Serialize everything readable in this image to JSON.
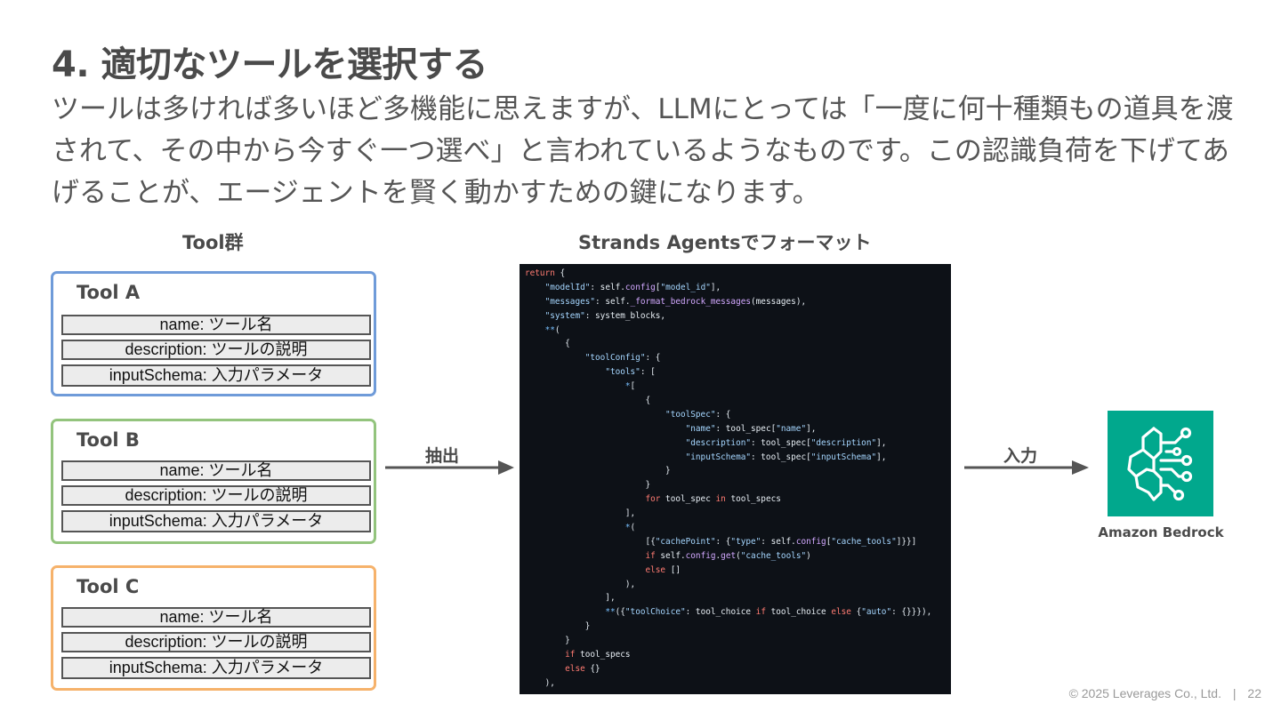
{
  "slide": {
    "title": "4. 適切なツールを選択する",
    "description": "ツールは多ければ多いほど多機能に思えますが、LLMにとっては「一度に何十種類もの道具を渡されて、その中から今すぐ一つ選べ」と言われているようなものです。この認識負荷を下げてあげることが、エージェントを賢く動かすための鍵になります。"
  },
  "diagram": {
    "tools_heading": "Tool群",
    "format_heading": "Strands Agentsでフォーマット",
    "tools": [
      {
        "name": "Tool A",
        "color": "#6f9bd9",
        "fields": [
          "name: ツール名",
          "description: ツールの説明",
          "inputSchema: 入力パラメータ"
        ]
      },
      {
        "name": "Tool B",
        "color": "#93c47d",
        "fields": [
          "name: ツール名",
          "description: ツールの説明",
          "inputSchema: 入力パラメータ"
        ]
      },
      {
        "name": "Tool C",
        "color": "#f6b26b",
        "fields": [
          "name: ツール名",
          "description: ツールの説明",
          "inputSchema: 入力パラメータ"
        ]
      }
    ],
    "extract_label": "抽出",
    "input_label": "入力",
    "target_label": "Amazon Bedrock",
    "target_color": "#01a88d",
    "code_lines": [
      [
        [
          "kw",
          "return"
        ],
        [
          "t",
          " {"
        ]
      ],
      [
        [
          "t",
          "    "
        ],
        [
          "str",
          "\"modelId\""
        ],
        [
          "t",
          ": self."
        ],
        [
          "fn",
          "config"
        ],
        [
          "t",
          "["
        ],
        [
          "str",
          "\"model_id\""
        ],
        [
          "t",
          "],"
        ]
      ],
      [
        [
          "t",
          "    "
        ],
        [
          "str",
          "\"messages\""
        ],
        [
          "t",
          ": self."
        ],
        [
          "fn",
          "_format_bedrock_messages"
        ],
        [
          "t",
          "(messages),"
        ]
      ],
      [
        [
          "t",
          "    "
        ],
        [
          "str",
          "\"system\""
        ],
        [
          "t",
          ": system_blocks,"
        ]
      ],
      [
        [
          "t",
          "    "
        ],
        [
          "op",
          "**"
        ],
        [
          "t",
          "("
        ]
      ],
      [
        [
          "t",
          "        {"
        ]
      ],
      [
        [
          "t",
          "            "
        ],
        [
          "str",
          "\"toolConfig\""
        ],
        [
          "t",
          ": {"
        ]
      ],
      [
        [
          "t",
          "                "
        ],
        [
          "str",
          "\"tools\""
        ],
        [
          "t",
          ": ["
        ]
      ],
      [
        [
          "t",
          "                    "
        ],
        [
          "op",
          "*"
        ],
        [
          "t",
          "["
        ]
      ],
      [
        [
          "t",
          "                        {"
        ]
      ],
      [
        [
          "t",
          "                            "
        ],
        [
          "str",
          "\"toolSpec\""
        ],
        [
          "t",
          ": {"
        ]
      ],
      [
        [
          "t",
          "                                "
        ],
        [
          "str",
          "\"name\""
        ],
        [
          "t",
          ": tool_spec["
        ],
        [
          "str",
          "\"name\""
        ],
        [
          "t",
          "],"
        ]
      ],
      [
        [
          "t",
          "                                "
        ],
        [
          "str",
          "\"description\""
        ],
        [
          "t",
          ": tool_spec["
        ],
        [
          "str",
          "\"description\""
        ],
        [
          "t",
          "],"
        ]
      ],
      [
        [
          "t",
          "                                "
        ],
        [
          "str",
          "\"inputSchema\""
        ],
        [
          "t",
          ": tool_spec["
        ],
        [
          "str",
          "\"inputSchema\""
        ],
        [
          "t",
          "],"
        ]
      ],
      [
        [
          "t",
          "                            }"
        ]
      ],
      [
        [
          "t",
          "                        }"
        ]
      ],
      [
        [
          "t",
          "                        "
        ],
        [
          "kw",
          "for"
        ],
        [
          "t",
          " tool_spec "
        ],
        [
          "kw",
          "in"
        ],
        [
          "t",
          " tool_specs"
        ]
      ],
      [
        [
          "t",
          "                    ],"
        ]
      ],
      [
        [
          "t",
          "                    "
        ],
        [
          "op",
          "*"
        ],
        [
          "t",
          "("
        ]
      ],
      [
        [
          "t",
          "                        [{"
        ],
        [
          "str",
          "\"cachePoint\""
        ],
        [
          "t",
          ": {"
        ],
        [
          "str",
          "\"type\""
        ],
        [
          "t",
          ": self."
        ],
        [
          "fn",
          "config"
        ],
        [
          "t",
          "["
        ],
        [
          "str",
          "\"cache_tools\""
        ],
        [
          "t",
          "]}}]"
        ]
      ],
      [
        [
          "t",
          "                        "
        ],
        [
          "kw",
          "if"
        ],
        [
          "t",
          " self."
        ],
        [
          "fn",
          "config"
        ],
        [
          "t",
          "."
        ],
        [
          "fn",
          "get"
        ],
        [
          "t",
          "("
        ],
        [
          "str",
          "\"cache_tools\""
        ],
        [
          "t",
          ")"
        ]
      ],
      [
        [
          "t",
          "                        "
        ],
        [
          "kw",
          "else"
        ],
        [
          "t",
          " []"
        ]
      ],
      [
        [
          "t",
          "                    ),"
        ]
      ],
      [
        [
          "t",
          "                ],"
        ]
      ],
      [
        [
          "t",
          "                "
        ],
        [
          "op",
          "**"
        ],
        [
          "t",
          "({"
        ],
        [
          "str",
          "\"toolChoice\""
        ],
        [
          "t",
          ": tool_choice "
        ],
        [
          "kw",
          "if"
        ],
        [
          "t",
          " tool_choice "
        ],
        [
          "kw",
          "else"
        ],
        [
          "t",
          " {"
        ],
        [
          "str",
          "\"auto\""
        ],
        [
          "t",
          ": {}}}),"
        ]
      ],
      [
        [
          "t",
          "            }"
        ]
      ],
      [
        [
          "t",
          "        }"
        ]
      ],
      [
        [
          "t",
          "        "
        ],
        [
          "kw",
          "if"
        ],
        [
          "t",
          " tool_specs"
        ]
      ],
      [
        [
          "t",
          "        "
        ],
        [
          "kw",
          "else"
        ],
        [
          "t",
          " {}"
        ]
      ],
      [
        [
          "t",
          "    ),"
        ]
      ]
    ]
  },
  "footer": {
    "copyright": "© 2025 Leverages Co., Ltd.",
    "page_number": "22"
  }
}
